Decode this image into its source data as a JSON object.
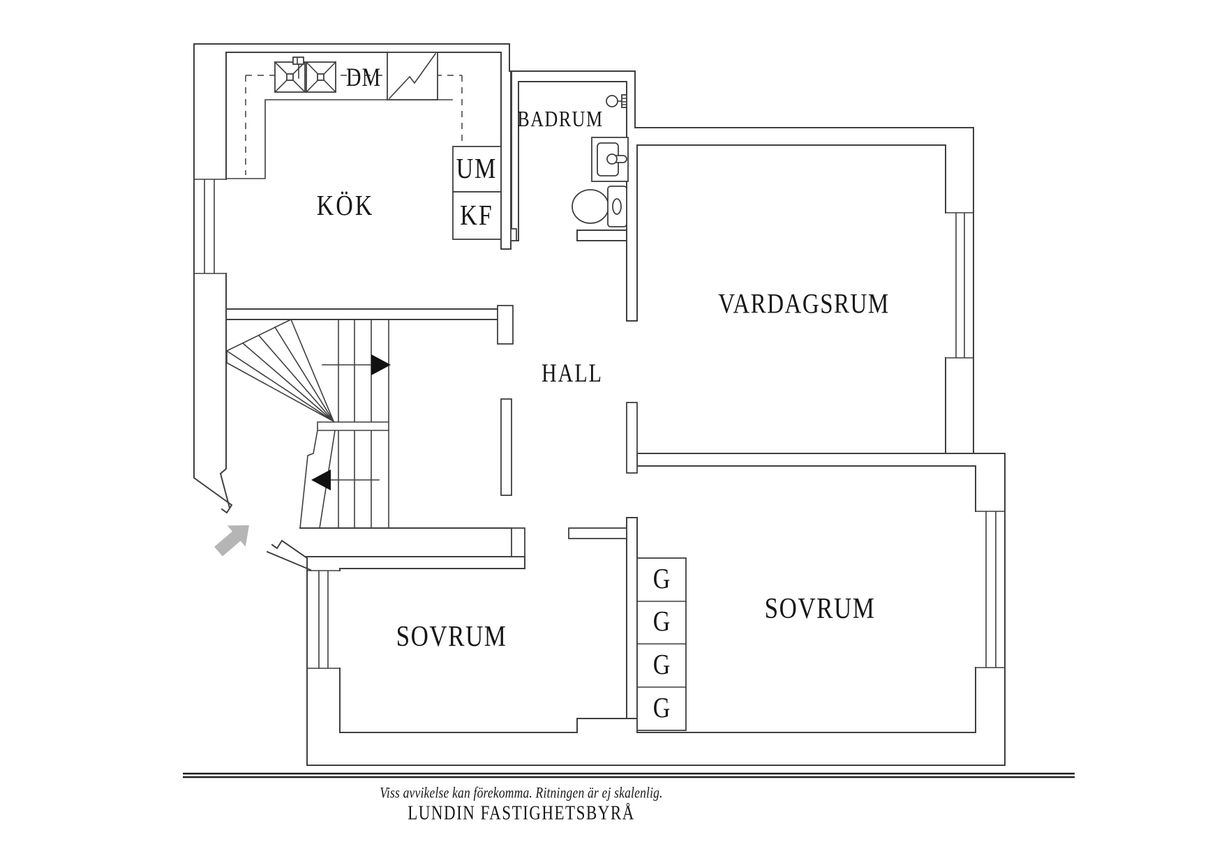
{
  "colors": {
    "wall_line": "#3f3f3f",
    "label_text": "#161616",
    "entrance_arrow": "#b5b5b5",
    "stair_arrow": "#111111"
  },
  "rooms": {
    "kitchen": "KÖK",
    "bathroom": "BADRUM",
    "hall": "HALL",
    "living_room": "VARDAGSRUM",
    "bedroom_left": "SOVRUM",
    "bedroom_right": "SOVRUM"
  },
  "labels": {
    "dishwasher": "DM",
    "utility_um": "UM",
    "fridge_freezer": "KF"
  },
  "closets": [
    "G",
    "G",
    "G",
    "G"
  ],
  "icons": {
    "kitchen_sink": "double-sink-icon",
    "stove": "stove-icon",
    "shower": "shower-icon",
    "washbasin": "washbasin-icon",
    "toilet": "toilet-icon",
    "entrance": "entrance-arrow-icon",
    "stairs_up": "stairs-up-arrow-icon",
    "stairs_down": "stairs-down-arrow-icon"
  },
  "footer": {
    "disclaimer": "Viss avvikelse kan förekomma. Ritningen är ej skalenlig.",
    "brand": "LUNDIN FASTIGHETSBYRÅ"
  }
}
